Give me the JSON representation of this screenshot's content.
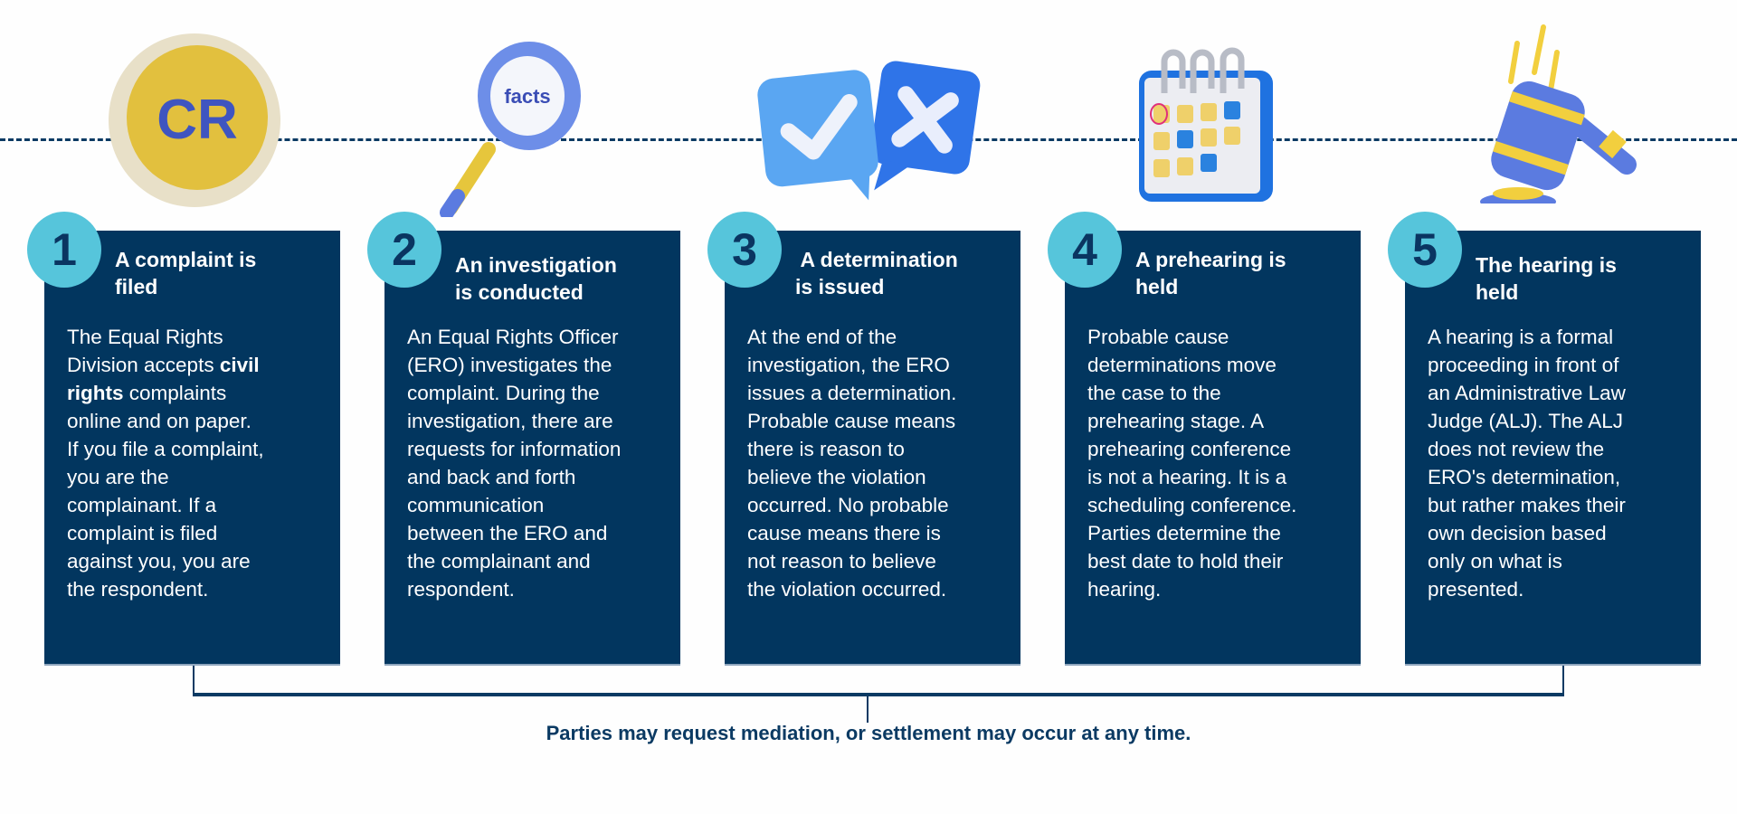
{
  "icons": {
    "step1": {
      "name": "cr-coin-icon",
      "text": "CR"
    },
    "step2": {
      "name": "magnifier-facts-icon",
      "text": "facts"
    },
    "step3": {
      "name": "check-and-x-icon"
    },
    "step4": {
      "name": "calendar-icon"
    },
    "step5": {
      "name": "gavel-icon"
    }
  },
  "colors": {
    "box": "#02365f",
    "circle": "#56c5db",
    "number": "#0a3561",
    "line": "#0b3a63"
  },
  "steps": [
    {
      "number": "1",
      "title": [
        "A complaint is",
        "filed"
      ],
      "lines": [
        "The Equal Rights",
        [
          {
            "t": "Division accepts "
          },
          {
            "t": "civil",
            "b": true
          }
        ],
        [
          {
            "t": "rights",
            "b": true
          },
          {
            "t": " complaints"
          }
        ],
        "online and on paper.",
        "If you file a complaint,",
        "you are the",
        "complainant. If a",
        "complaint is filed",
        "against you, you are",
        "the respondent."
      ]
    },
    {
      "number": "2",
      "title": [
        "An investigation",
        "is conducted"
      ],
      "lines": [
        "An Equal Rights Officer",
        "(ERO) investigates the",
        "complaint. During the",
        "investigation, there are",
        "requests for information",
        "and back and forth",
        "communication",
        "between the ERO and",
        "the complainant and",
        "respondent."
      ]
    },
    {
      "number": "3",
      "title": [
        " A determination",
        "is issued"
      ],
      "lines": [
        "At the end of the",
        "investigation, the ERO",
        "issues a determination.",
        "Probable cause means",
        "there is reason to",
        "believe the violation",
        "occurred. No probable",
        "cause means there is",
        "not reason to believe",
        "the violation occurred."
      ]
    },
    {
      "number": "4",
      "title": [
        "A prehearing is",
        "held"
      ],
      "lines": [
        "Probable cause",
        "determinations move",
        "the case to the",
        "prehearing stage. A",
        "prehearing conference",
        "is not a hearing. It is a",
        "scheduling conference.",
        "Parties determine the",
        "best date to hold their",
        "hearing."
      ]
    },
    {
      "number": "5",
      "title": [
        "The hearing is",
        "held"
      ],
      "lines": [
        "A hearing is a formal",
        "proceeding in front of",
        "an Administrative Law",
        "Judge (ALJ). The ALJ",
        "does not review the",
        "ERO's determination,",
        "but rather makes their",
        "own decision based",
        "only on what is",
        "presented."
      ]
    }
  ],
  "footer": {
    "caption": "Parties may request mediation, or settlement may occur at any time."
  }
}
